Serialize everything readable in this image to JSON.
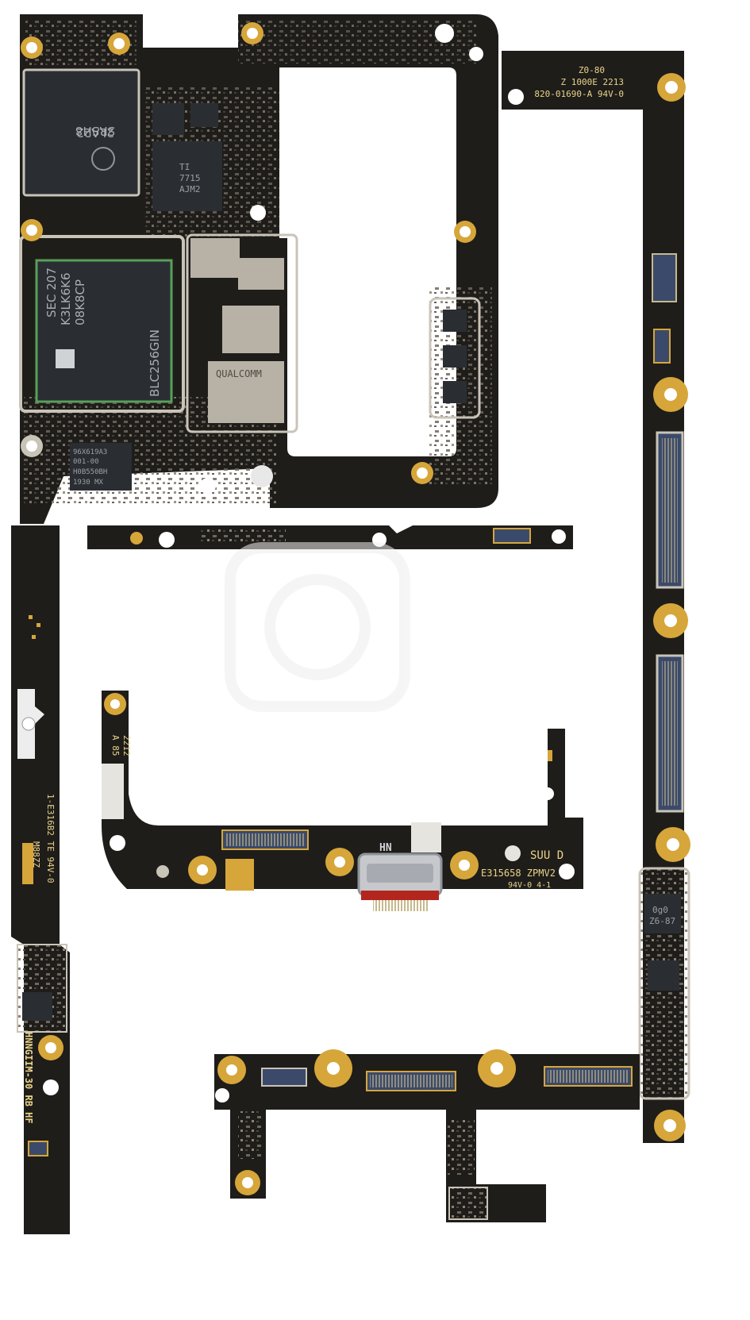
{
  "image": {
    "subject": "disassembled smartphone circuit boards (motherboard and flex boards)",
    "colors": {
      "background": "#ffffff",
      "pcb": "#1f1d1a",
      "pcb_edge": "#2c2925",
      "gold": "#d6a63a",
      "chip": "#2a2e33",
      "shield": "#b8b2a6",
      "connector": "#3b4a6a",
      "usb_red": "#b3261e"
    }
  },
  "markings": {
    "main_board": {
      "mem_chip_1": [
        "2LA22",
        "SRSH8"
      ],
      "ic_top": [
        "TI",
        "7715",
        "AJM2"
      ],
      "ram_chip": [
        "SEC 207",
        "K3LK6K6",
        "08K8CP",
        "BLC256GIN"
      ],
      "qualcomm": "QUALCOMM",
      "bottom_chip": [
        "96X619A3",
        "001-00",
        "H0B550BH",
        "1930 MX"
      ]
    },
    "right_strip": {
      "line1": "Z0-80",
      "line2": "Z  1000E 2213",
      "line3": "820-01690-A 94V-0",
      "chip": [
        "0g0",
        "Z6-87"
      ]
    },
    "left_strip": {
      "text1": "1-E316B2 TE 94V-0",
      "text2": "M88ZZ",
      "text3": "HNNGIIM-30 RB HF"
    },
    "usb_board": {
      "top_label": [
        "A 85",
        "2212"
      ],
      "code": "E315658 ZPMV2",
      "ul": "94V-0 4-1",
      "suu": "SUU D",
      "hn": "HN"
    }
  }
}
